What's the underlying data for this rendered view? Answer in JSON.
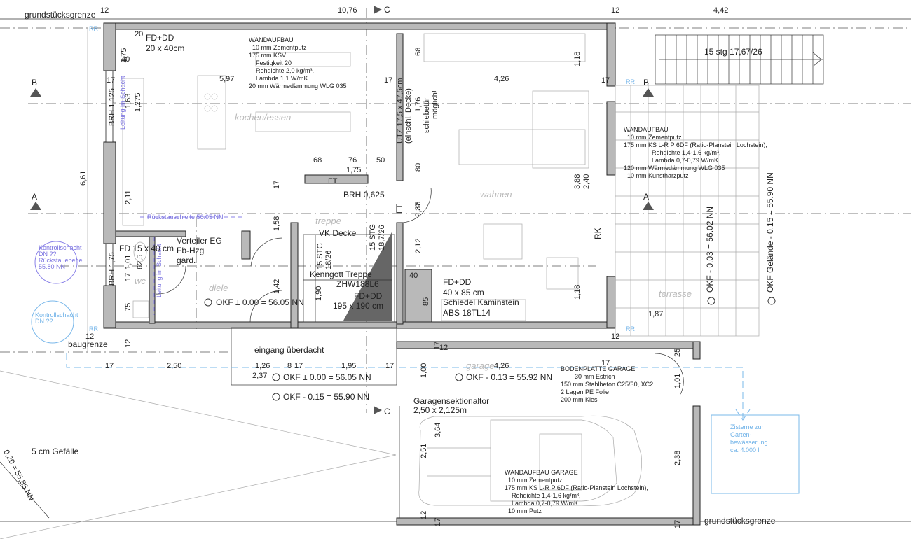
{
  "plot": {
    "top": "grundstücksgrenze",
    "bottom": "grundstücksgrenze",
    "baugrenze": "baugrenze",
    "gefaelle": "5 cm Gefälle",
    "gelaende_left": "0,20 = 55,85 NN"
  },
  "sections": {
    "b_left": "B",
    "b_right": "B",
    "a_left": "A",
    "a_right": "A",
    "c_top": "C",
    "c_bottom": "C"
  },
  "rooms": {
    "kochen": "kochen/essen",
    "wahnen": "wahnen",
    "treppe": "treppe",
    "diele": "diele",
    "wc": "wc",
    "terrasse": "terrasse",
    "garage": "garage"
  },
  "dims": {
    "d12a": "12",
    "d1076": "10,76",
    "d12b": "12",
    "d442": "4,42",
    "d597": "5,97",
    "d426": "4,26",
    "d175a": "17",
    "d175b": "17",
    "d175c": "17",
    "d661": "6,61",
    "d211": "2,11",
    "d6825": "68",
    "d76": "76",
    "d5075": "50",
    "d175w": "1,75",
    "d388": "3,88",
    "d240": "2,40",
    "d118a": "1,18",
    "d118b": "1,18",
    "d6875": "68",
    "d176": "1,76",
    "d8025": "80",
    "d237": "2,37",
    "d885": "88",
    "d212": "2,12",
    "d40": "40",
    "d85": "85",
    "d190": "1,90",
    "d158": "1,58",
    "d142": "1,42",
    "d175v": "17",
    "d101": "1,01",
    "d625": "62,5",
    "d75": "75",
    "d1725": "17",
    "d1275": "1,275",
    "d1163": "1,63",
    "d187": "1,87",
    "d250": "2,50",
    "d126": "1,26",
    "d8": "8",
    "d17b": "17",
    "d195": "1,95",
    "d17c": "17",
    "d17d": "17",
    "d2375": "2,37",
    "d426g": "4,26",
    "d17g": "17",
    "d25": "25",
    "d101g": "1,01",
    "d100": "1,00",
    "d364": "3,64",
    "d251": "2,51",
    "d238": "2,38",
    "d12c": "12",
    "d12d": "12",
    "d12e": "12",
    "d17e": "17",
    "d17f": "17",
    "d17h": "17",
    "d20": "20",
    "d175top": "1,75",
    "d40b": "40",
    "d12g": "12",
    "d17i": "17",
    "d12h": "12"
  },
  "labels": {
    "fd_dd_top": "FD+DD",
    "fd_dd_top_size": "20 x 40cm",
    "brh_1125": "BRH 1,125",
    "brh_0625": "BRH 0,625",
    "brh_175": "BRH 1,75",
    "ft1": "FT",
    "ft2": "FT",
    "utz": "UTZ 17,5 x 47,5cm",
    "utz2": "(einschl. Decke)",
    "schiebetuer": "schiebetür",
    "moeglich": "möglich!",
    "vk_decke": "VK Decke",
    "stg15a": "15 STG",
    "stg15a2": "18/26",
    "stg15b": "15 STG",
    "stg15b2": "18,7/26",
    "kenngott": "Kenngott Treppe",
    "zhw": "ZHW188L6",
    "fd_dd_stair": "FD+DD",
    "stair_size": "195 x 190 cm",
    "fd_dd_kamin": "FD+DD",
    "kamin_size": "40 x 85 cm",
    "kamin": "Schiedel Kaminstein",
    "abs": "ABS 18TL14",
    "fd_wc": "FD 15 x 40 cm",
    "verteiler": "Verteiler EG",
    "fbhzg": "Fb-Hzg",
    "gard": "gard.",
    "okf_diele": "OKF ± 0.00 = 56.05 NN",
    "okf_eingang": "OKF ± 0.00 = 56.05 NN",
    "okf_aussen": "OKF - 0.15 = 55.90 NN",
    "okf_garage": "OKF - 0.13 = 55.92 NN",
    "okf_terr": "OKF - 0.03 = 56.02 NN",
    "okf_gelaende": "OKF Gelände - 0.15 = 55.90 NN",
    "eingang": "eingang überdacht",
    "rk": "RK",
    "stair_out": "15 stg 17,67/26",
    "rr1": "RR",
    "rr2": "RR",
    "rr3": "RR",
    "rr4": "RR",
    "ruecks": "Rückstauschleife  56.05  NN",
    "leitung1": "Leitung im Schacht",
    "leitung2": "Leitung im Schacht",
    "tor": "Garagensektionaltor",
    "tor_size": "2,50 x 2,125m",
    "kontroll1a": "Kontrollschacht",
    "kontroll1b": "DN ??",
    "kontroll1c": "Rückstauebene",
    "kontroll1d": "55.80 NN",
    "kontroll2a": "Kontrollschacht",
    "kontroll2b": "DN ??",
    "zist1": "Zisterne zur",
    "zist2": "Garten-",
    "zist3": "bewässerung",
    "zist4": "ca. 4.000 l"
  },
  "wandaufbau_top": [
    "WANDAUFBAU",
    "10 mm Zementputz",
    "175 mm KSV",
    "Festigkeit 20",
    "Rohdichte 2,0 kg/m³,",
    "Lambda 1,1 W/mK",
    "20 mm Wärmedämmung WLG 035"
  ],
  "wandaufbau_right": [
    "WANDAUFBAU",
    "10 mm Zementputz",
    "175 mm KS L-R P 6DF (Ratio-Planstein Lochstein),",
    "Rohdichte 1,4-1,6 kg/m³,",
    "Lambda 0,7-0,79 W/mK",
    "120 mm Wärmedämmung WLG 035",
    "10 mm Kunstharzputz"
  ],
  "bodenplatte": [
    "BODENPLATTE GARAGE",
    "30 mm Estrich",
    "150 mm Stahlbeton C25/30, XC2",
    "2 Lagen PE Folie",
    "200 mm Kies"
  ],
  "wandaufbau_garage": [
    "WANDAUFBAU GARAGE",
    "10 mm Zementputz",
    "175 mm KS L-R P 6DF (Ratio-Planstein Lochstein),",
    "Rohdichte 1,4-1,6 kg/m³,",
    "Lambda 0,7-0,79 W/mK",
    "10 mm Putz"
  ]
}
